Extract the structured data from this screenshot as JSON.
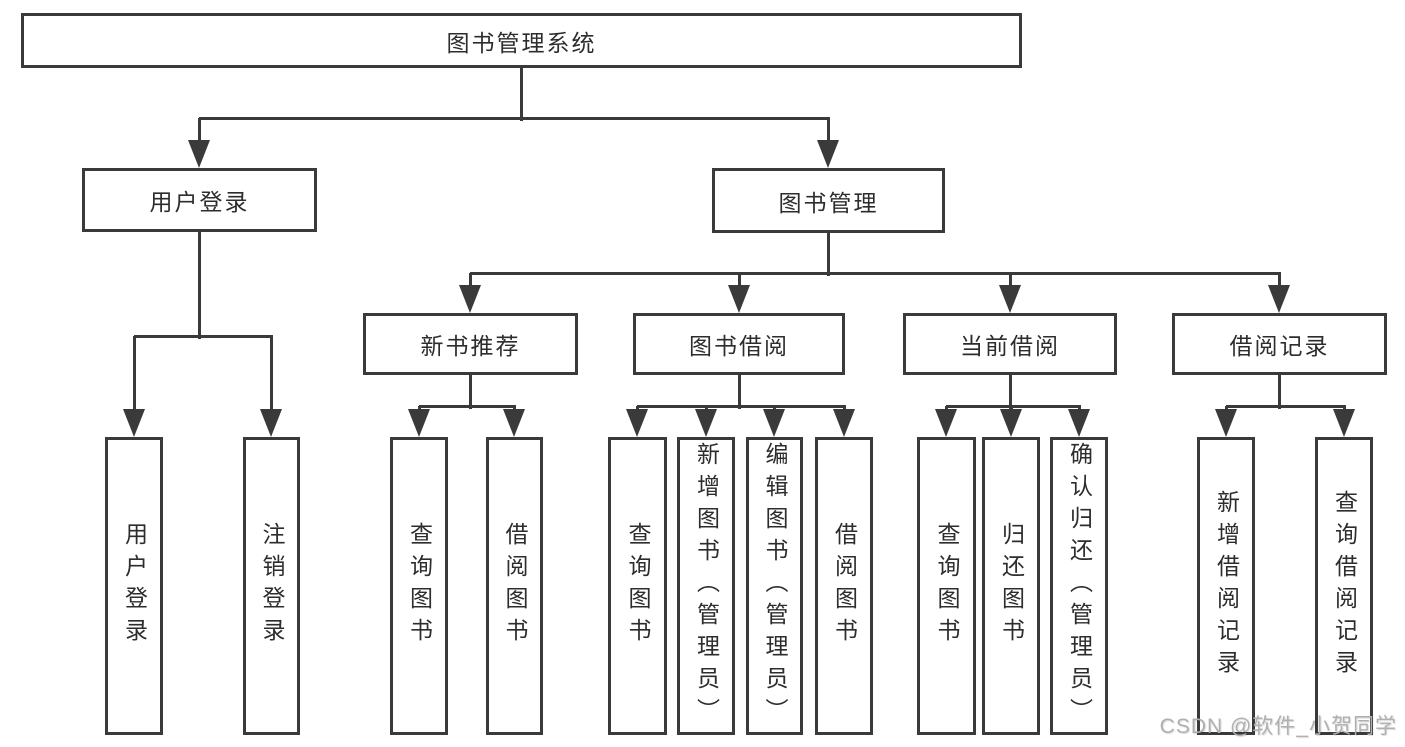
{
  "diagram": {
    "root": {
      "label": "图书管理系统"
    },
    "level2": {
      "user_login": {
        "label": "用户登录"
      },
      "book_management": {
        "label": "图书管理"
      }
    },
    "level3": {
      "new_book_recommend": {
        "label": "新书推荐"
      },
      "book_borrowing": {
        "label": "图书借阅"
      },
      "current_borrowing": {
        "label": "当前借阅"
      },
      "borrowing_records": {
        "label": "借阅记录"
      }
    },
    "leaves": {
      "user_login_leaf": {
        "label": "用户登录"
      },
      "logout_leaf": {
        "label": "注销登录"
      },
      "nb_query_books": {
        "label": "查询图书"
      },
      "nb_borrow_books": {
        "label": "借阅图书"
      },
      "bb_query_books": {
        "label": "查询图书"
      },
      "bb_add_books_admin": {
        "label": "新增图书（管理员）"
      },
      "bb_edit_books_admin": {
        "label": "编辑图书（管理员）"
      },
      "bb_borrow_books": {
        "label": "借阅图书"
      },
      "cb_query_books": {
        "label": "查询图书"
      },
      "cb_return_books": {
        "label": "归还图书"
      },
      "cb_confirm_return_admin": {
        "label": "确认归还（管理员）"
      },
      "br_add_record": {
        "label": "新增借阅记录"
      },
      "br_query_record": {
        "label": "查询借阅记录"
      }
    }
  },
  "watermark": "CSDN @软件_小贺同学",
  "colors": {
    "line": "#3a3a3a",
    "text": "#2d2d2d",
    "watermark": "#b0b0b0",
    "background": "#ffffff"
  }
}
